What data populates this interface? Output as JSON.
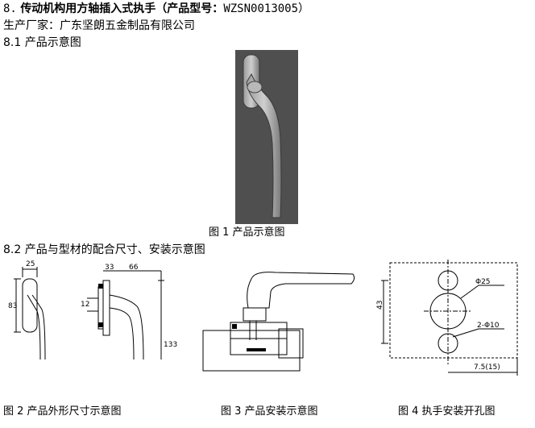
{
  "heading": {
    "number": "8.",
    "title": "传动机构用方轴插入式执手（产品型号：",
    "model": "WZSN0013005",
    "close": "）"
  },
  "manufacturer": "生产厂家：广东坚朗五金制品有限公司",
  "section_8_1": "8.1 产品示意图",
  "fig1_caption": "图 1    产品示意图",
  "section_8_2": "8.2 产品与型材的配合尺寸、安装示意图",
  "fig2": {
    "caption": "图 2  产品外形尺寸示意图",
    "dims": {
      "width_top": "25",
      "height_left": "83",
      "depth_top": "33",
      "reach_top": "66",
      "side_small": "12",
      "length": "133"
    }
  },
  "fig3_caption": "图 3 产品安装示意图",
  "fig4": {
    "caption": "图 4 执手安装开孔图",
    "dims": {
      "big_hole": "Φ25",
      "small_holes": "2-Φ10",
      "height": "43",
      "offset": "7.5(15)"
    }
  }
}
